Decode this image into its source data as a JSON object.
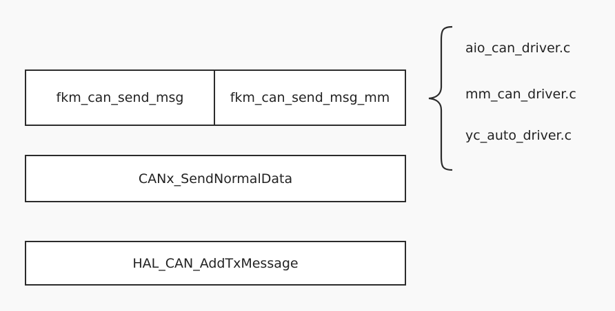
{
  "layers": {
    "top": {
      "left_label": "fkm_can_send_msg",
      "right_label": "fkm_can_send_msg_mm"
    },
    "middle_label": "CANx_SendNormalData",
    "bottom_label": "HAL_CAN_AddTxMessage"
  },
  "files": {
    "items": [
      "aio_can_driver.c",
      "mm_can_driver.c",
      "yc_auto_driver.c"
    ]
  }
}
